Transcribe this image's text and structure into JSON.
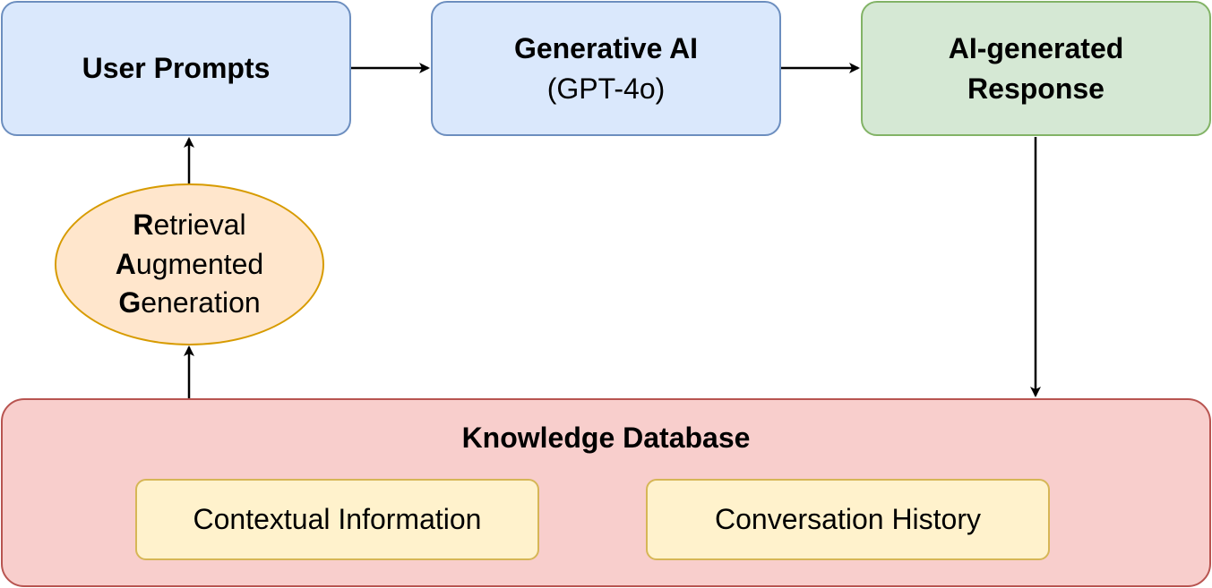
{
  "nodes": {
    "user_prompts": {
      "title": "User Prompts"
    },
    "generative_ai": {
      "title": "Generative AI",
      "subtitle": "(GPT-4o)"
    },
    "ai_response": {
      "line1": "AI-generated",
      "line2": "Response"
    },
    "rag": {
      "lines": [
        {
          "initial": "R",
          "rest": "etrieval"
        },
        {
          "initial": "A",
          "rest": "ugmented"
        },
        {
          "initial": "G",
          "rest": "eneration"
        }
      ]
    },
    "knowledge_db": {
      "title": "Knowledge Database",
      "items": [
        "Contextual Information",
        "Conversation History"
      ]
    }
  },
  "colors": {
    "blue_fill": "#dae8fc",
    "blue_stroke": "#6c8ebf",
    "green_fill": "#d5e8d4",
    "green_stroke": "#82b366",
    "orange_fill": "#ffe6cc",
    "orange_stroke": "#d79b00",
    "red_fill": "#f8cecc",
    "red_stroke": "#b85450",
    "yellow_fill": "#fff2cc",
    "yellow_stroke": "#d6b656"
  }
}
